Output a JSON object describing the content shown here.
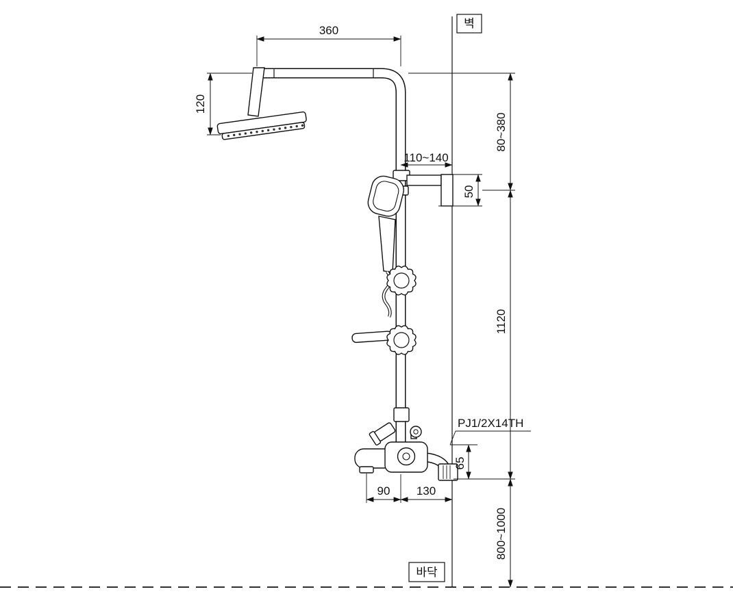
{
  "drawing": {
    "wall_label": "벽",
    "floor_label": "바닥",
    "dims": {
      "top_width": "360",
      "head_offset": "120",
      "upper_range": "80~380",
      "bracket_reach": "110~140",
      "bracket_height": "50",
      "column_height": "1120",
      "thread_spec": "PJ1/2X14TH",
      "valve_drop": "65",
      "spout_reach": "90",
      "valve_reach": "130",
      "install_height": "800~1000"
    }
  }
}
